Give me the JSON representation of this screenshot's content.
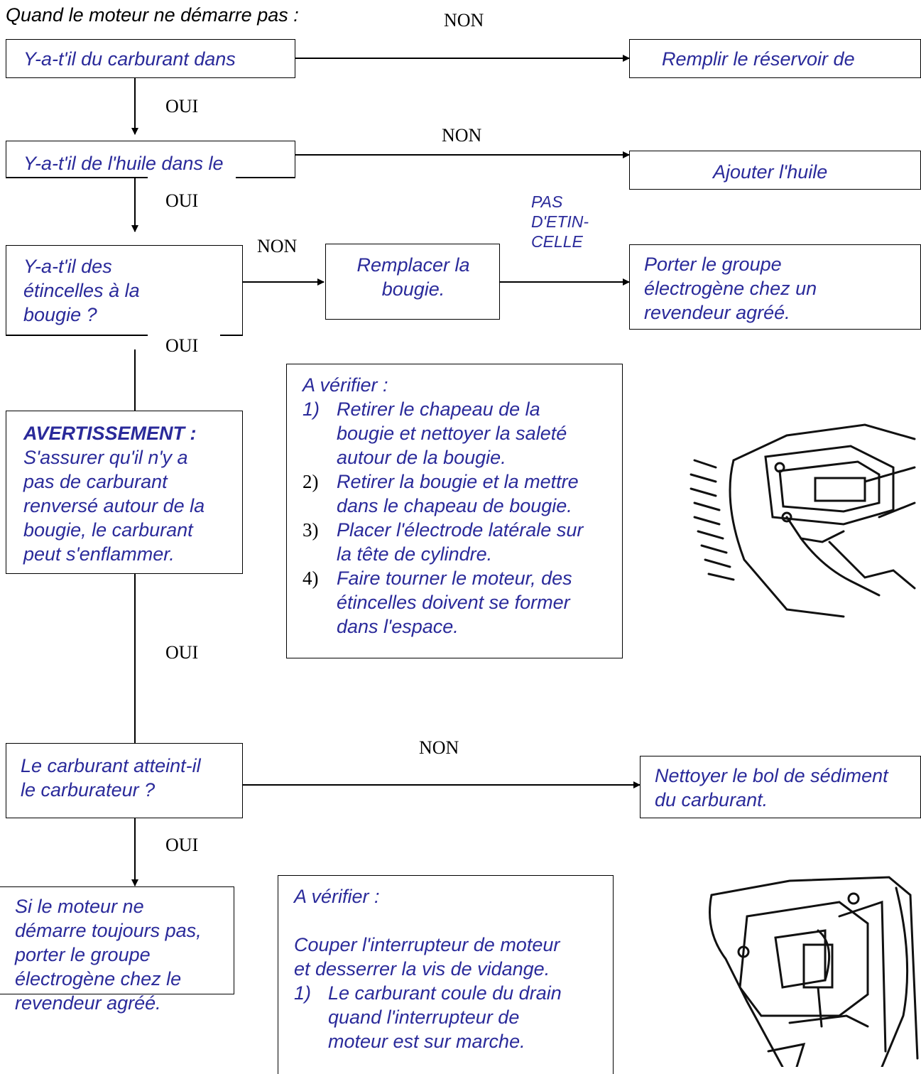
{
  "heading": "Quand le moteur ne démarre pas :",
  "labels": {
    "non": "NON",
    "oui": "OUI",
    "pas_etincelle": [
      "PAS",
      "D'ETIN-",
      "CELLE"
    ]
  },
  "boxes": {
    "q_fuel": "Y-a-t'il du carburant dans",
    "a_fill": "Remplir le réservoir de",
    "q_oil": "Y-a-t'il de l'huile dans le",
    "a_oil": "Ajouter l'huile",
    "q_spark": [
      "Y-a-t'il des",
      "étincelles à la",
      "bougie ?"
    ],
    "a_plug": [
      "Remplacer la",
      "bougie."
    ],
    "a_dealer": [
      "Porter le groupe",
      "électrogène chez un",
      "revendeur agréé."
    ],
    "warning_title": "AVERTISSEMENT :",
    "warning_body": [
      "S'assurer qu'il n'y a",
      "pas de carburant",
      "renversé autour de la",
      "bougie, le carburant",
      "peut s'enflammer."
    ],
    "q_carb": [
      "Le carburant atteint-il",
      "le carburateur ?"
    ],
    "a_clean": [
      "Nettoyer le bol de sédiment",
      "du carburant."
    ],
    "final": [
      "Si le moteur ne",
      "démarre toujours pas,",
      "porter le groupe",
      "électrogène chez le",
      "revendeur agréé."
    ]
  },
  "check1": {
    "title": "A vérifier :",
    "items": [
      {
        "num": "1)",
        "lines": [
          "Retirer le chapeau de la",
          "bougie et nettoyer la saleté",
          "autour de la bougie."
        ]
      },
      {
        "num": "2)",
        "lines": [
          "Retirer la bougie et la mettre",
          "dans le chapeau de bougie."
        ]
      },
      {
        "num": "3)",
        "lines": [
          "Placer l'électrode latérale sur",
          "la tête de cylindre."
        ]
      },
      {
        "num": "4)",
        "lines": [
          "Faire tourner le moteur, des",
          "étincelles doivent se former",
          "dans l'espace."
        ]
      }
    ]
  },
  "check2": {
    "title": "A vérifier :",
    "intro": [
      "Couper l'interrupteur de moteur",
      "et desserrer la vis de vidange."
    ],
    "items": [
      {
        "num": "1)",
        "lines": [
          "Le carburant coule du drain",
          "quand l'interrupteur de",
          "moteur est sur marche."
        ]
      }
    ]
  },
  "illustrations": [
    "spark-plug-illustration",
    "fuel-drain-illustration"
  ],
  "colors": {
    "text": "#2a2a9a",
    "lines": "#000000"
  }
}
